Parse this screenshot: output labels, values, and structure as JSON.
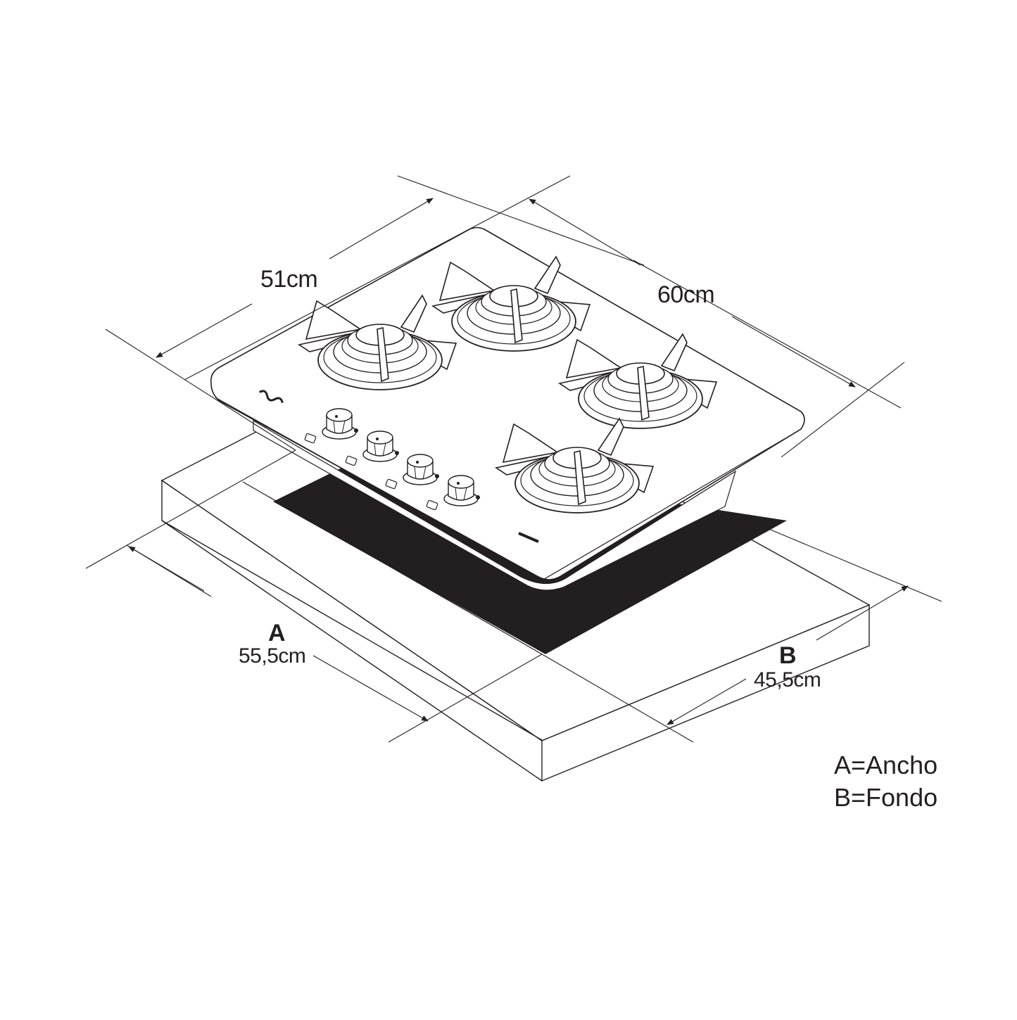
{
  "diagram": {
    "subject": "built-in 4-burner gas hob installation dimensions",
    "colors": {
      "line": "#231f20",
      "cutout_fill": "#231f20",
      "background": "#ffffff"
    },
    "product_dimensions": {
      "depth_label": "51cm",
      "width_label": "60cm"
    },
    "cutout_dimensions": {
      "a": {
        "letter": "A",
        "value": "55,5cm"
      },
      "b": {
        "letter": "B",
        "value": "45,5cm"
      }
    },
    "legend": {
      "line1": "A=Ancho",
      "line2": "B=Fondo"
    },
    "hob": {
      "burner_count": 4,
      "knob_count": 4,
      "brand_logo_icon": "brand-script-logo",
      "model_badge_icon": "model-plate"
    }
  }
}
